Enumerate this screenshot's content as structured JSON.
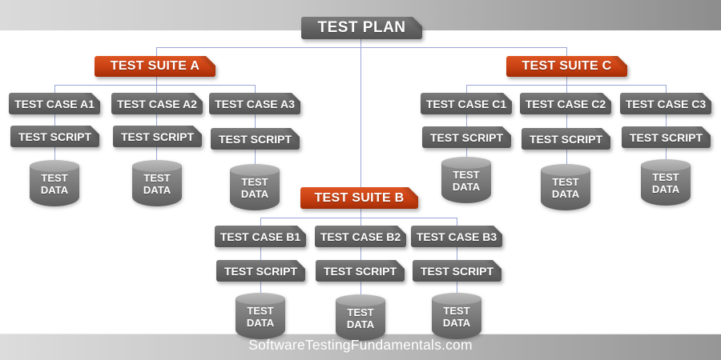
{
  "plan": {
    "label": "TEST PLAN"
  },
  "suites": [
    {
      "label": "TEST SUITE A",
      "cases": [
        {
          "label": "TEST CASE A1",
          "script_label": "TEST SCRIPT",
          "data_label": "TEST DATA"
        },
        {
          "label": "TEST CASE A2",
          "script_label": "TEST SCRIPT",
          "data_label": "TEST DATA"
        },
        {
          "label": "TEST CASE A3",
          "script_label": "TEST SCRIPT",
          "data_label": "TEST DATA"
        }
      ]
    },
    {
      "label": "TEST SUITE B",
      "cases": [
        {
          "label": "TEST CASE B1",
          "script_label": "TEST SCRIPT",
          "data_label": "TEST DATA"
        },
        {
          "label": "TEST CASE B2",
          "script_label": "TEST SCRIPT",
          "data_label": "TEST DATA"
        },
        {
          "label": "TEST CASE B3",
          "script_label": "TEST SCRIPT",
          "data_label": "TEST DATA"
        }
      ]
    },
    {
      "label": "TEST SUITE C",
      "cases": [
        {
          "label": "TEST CASE C1",
          "script_label": "TEST SCRIPT",
          "data_label": "TEST DATA"
        },
        {
          "label": "TEST CASE C2",
          "script_label": "TEST SCRIPT",
          "data_label": "TEST DATA"
        },
        {
          "label": "TEST CASE C3",
          "script_label": "TEST SCRIPT",
          "data_label": "TEST DATA"
        }
      ]
    }
  ],
  "footer": {
    "label": "SoftwareTestingFundamentals.com"
  },
  "colors": {
    "suite_accent": "#c84012",
    "node_gray": "#666666",
    "connector": "#9ba6d5"
  }
}
